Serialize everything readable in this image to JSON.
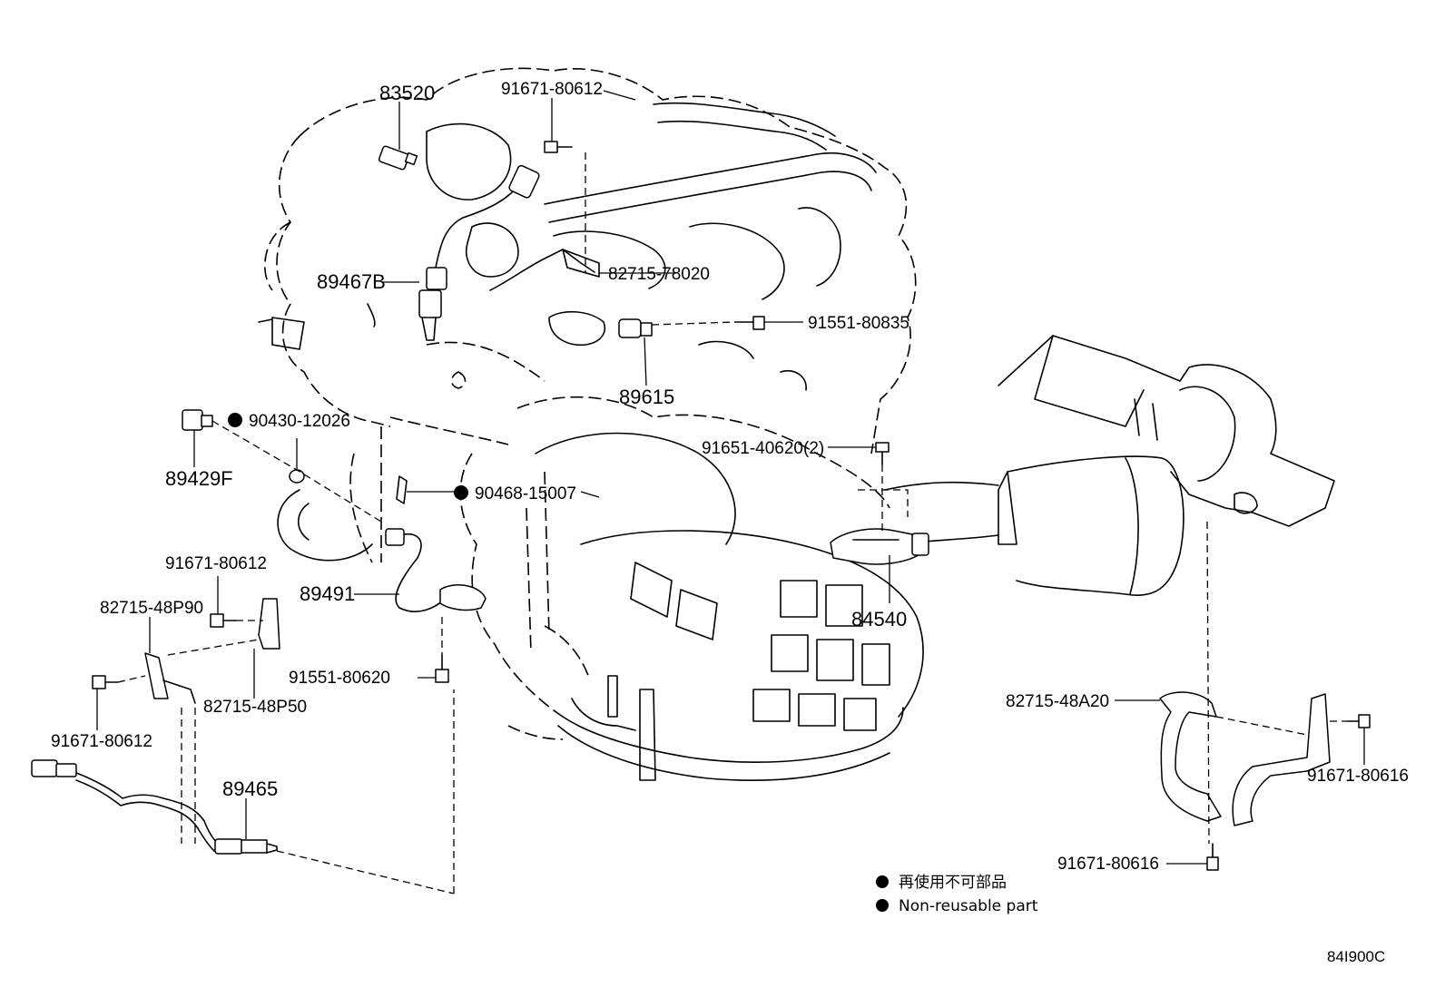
{
  "parts": {
    "p83520": "83520",
    "p91671_80612_top": "91671-80612",
    "p89467B": "89467B",
    "p82715_78020": "82715-78020",
    "p91551_80835": "91551-80835",
    "p89615": "89615",
    "p90430_12026": "90430-12026",
    "p89429F": "89429F",
    "p91651_40620": "91651-40620(2)",
    "p90468_15007": "90468-15007",
    "p91671_80612_mid": "91671-80612",
    "p82715_48P90": "82715-48P90",
    "p89491": "89491",
    "p84540": "84540",
    "p91551_80620": "91551-80620",
    "p82715_48P50": "82715-48P50",
    "p91671_80612_low": "91671-80612",
    "p89465": "89465",
    "p82715_48A20": "82715-48A20",
    "p91671_80616_right": "91671-80616",
    "p91671_80616_bottom": "91671-80616"
  },
  "legend": {
    "jp": "再使用不可部品",
    "en": "Non-reusable part"
  },
  "diagram_code": "84I900C"
}
